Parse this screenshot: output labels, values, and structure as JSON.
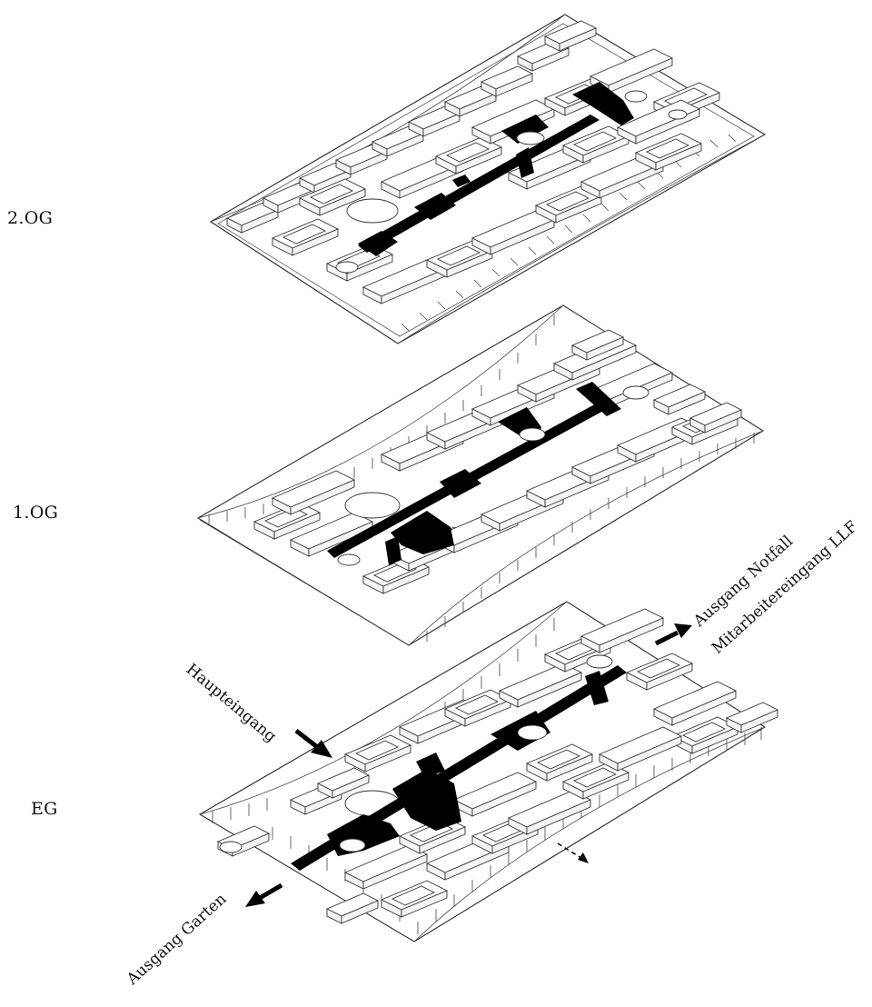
{
  "levels": {
    "og2": "2.OG",
    "og1": "1.OG",
    "eg": "EG"
  },
  "annotations": {
    "haupteingang": "Haupteingang",
    "ausgang_notfall": "Ausgang Notfall",
    "mitarbeitereingang": "Mitarbeitereingang LLF",
    "ausgang_garten": "Ausgang Garten"
  },
  "colors": {
    "circulation": "#000000",
    "linework": "#2a2a2a",
    "background": "#ffffff"
  }
}
